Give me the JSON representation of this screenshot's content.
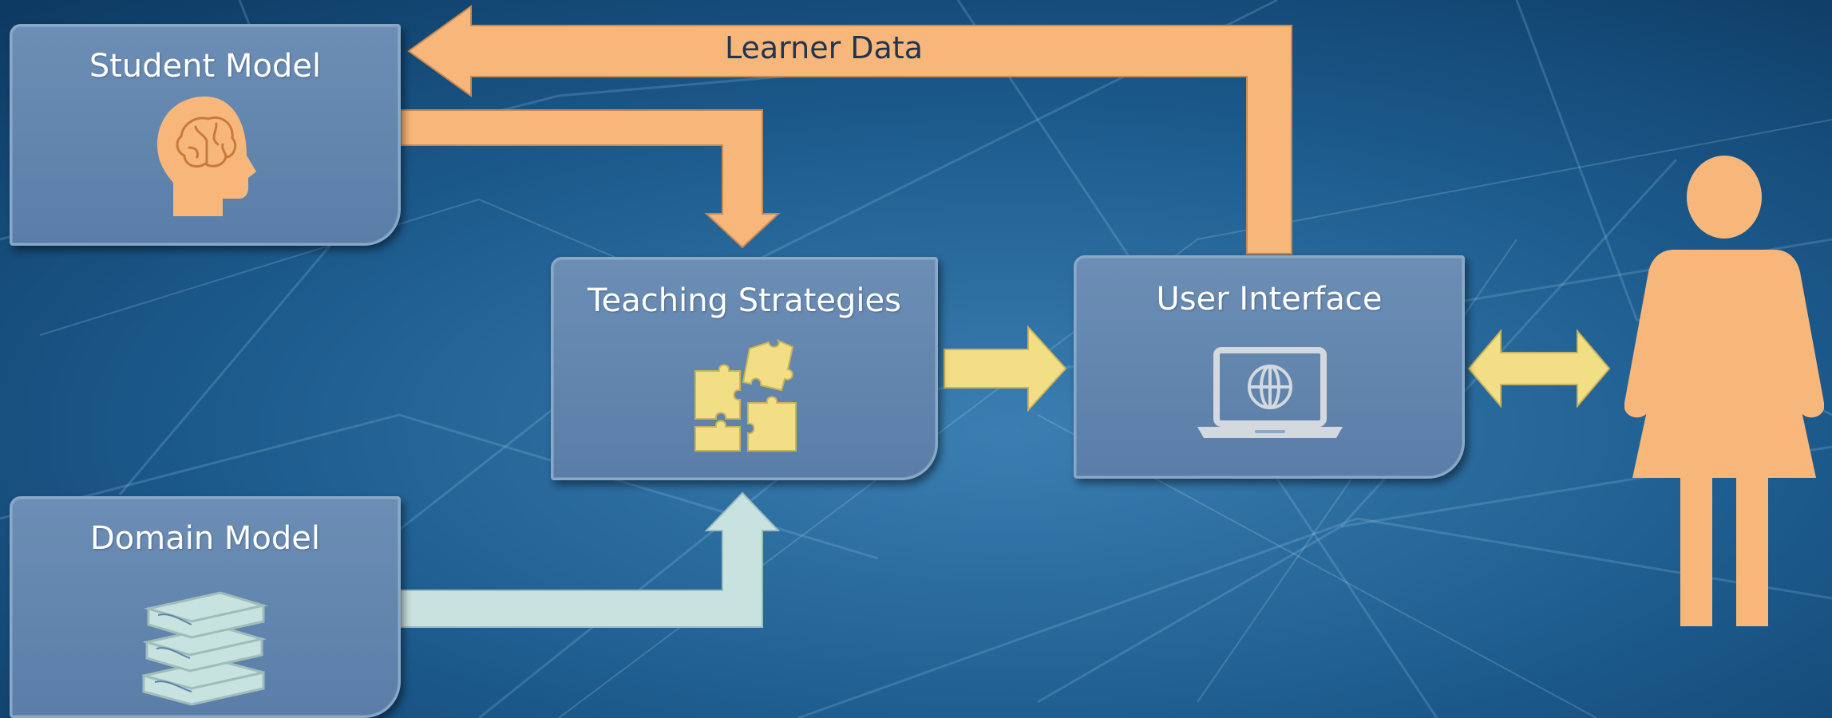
{
  "nodes": {
    "student_model": {
      "title": "Student Model",
      "icon": "brain-head-icon"
    },
    "domain_model": {
      "title": "Domain Model",
      "icon": "books-icon"
    },
    "teaching_strategies": {
      "title": "Teaching Strategies",
      "icon": "puzzle-icon"
    },
    "user_interface": {
      "title": "User Interface",
      "icon": "laptop-globe-icon"
    }
  },
  "edges": {
    "learner_data": {
      "label": "Learner Data"
    }
  },
  "person": {
    "icon": "person-icon"
  },
  "colors": {
    "orange": "#f7b77a",
    "yellow": "#f2de84",
    "mint": "#c8e2df",
    "box": "#5f82ab",
    "background": "#17507e"
  }
}
